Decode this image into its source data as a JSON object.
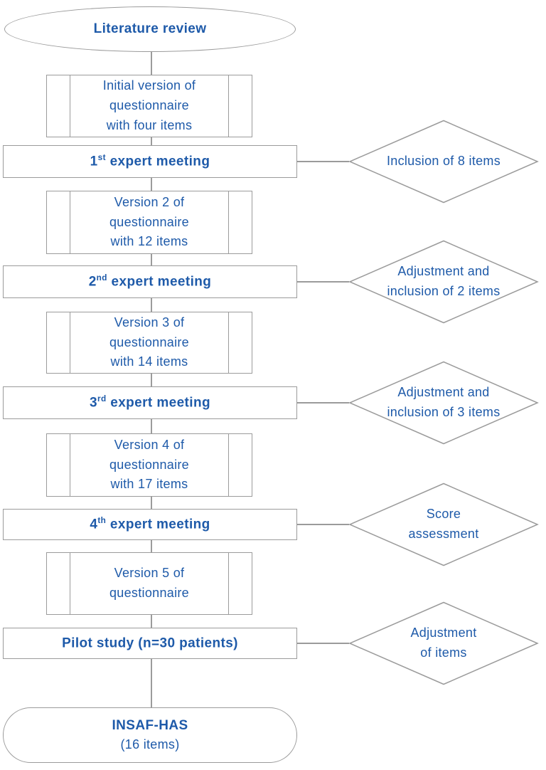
{
  "colors": {
    "text_blue": "#1e5aa9",
    "line_gray": "#9b9b9b",
    "background": "#ffffff"
  },
  "start_node": {
    "label": "Literature review"
  },
  "steps": [
    {
      "version_box": "Initial version of\nquestionnaire\nwith four items",
      "action_prefix": "1",
      "action_ordinal": "st",
      "action_label": " expert meeting",
      "outcome": "Inclusion of 8 items"
    },
    {
      "version_box": "Version 2 of\nquestionnaire\nwith 12 items",
      "action_prefix": "2",
      "action_ordinal": "nd",
      "action_label": " expert meeting",
      "outcome": "Adjustment and\ninclusion of 2 items"
    },
    {
      "version_box": "Version 3 of\nquestionnaire\nwith 14 items",
      "action_prefix": "3",
      "action_ordinal": "rd",
      "action_label": " expert meeting",
      "outcome": "Adjustment and\ninclusion of 3 items"
    },
    {
      "version_box": "Version 4 of\nquestionnaire\nwith 17 items",
      "action_prefix": "4",
      "action_ordinal": "th",
      "action_label": " expert meeting",
      "outcome": "Score\nassessment"
    },
    {
      "version_box": "Version 5 of\nquestionnaire",
      "action_prefix": "",
      "action_ordinal": "",
      "action_label": "Pilot study (n=30 patients)",
      "outcome": "Adjustment\nof items"
    }
  ],
  "end_node": {
    "label": "INSAF-HAS",
    "sublabel": "(16 items)"
  }
}
